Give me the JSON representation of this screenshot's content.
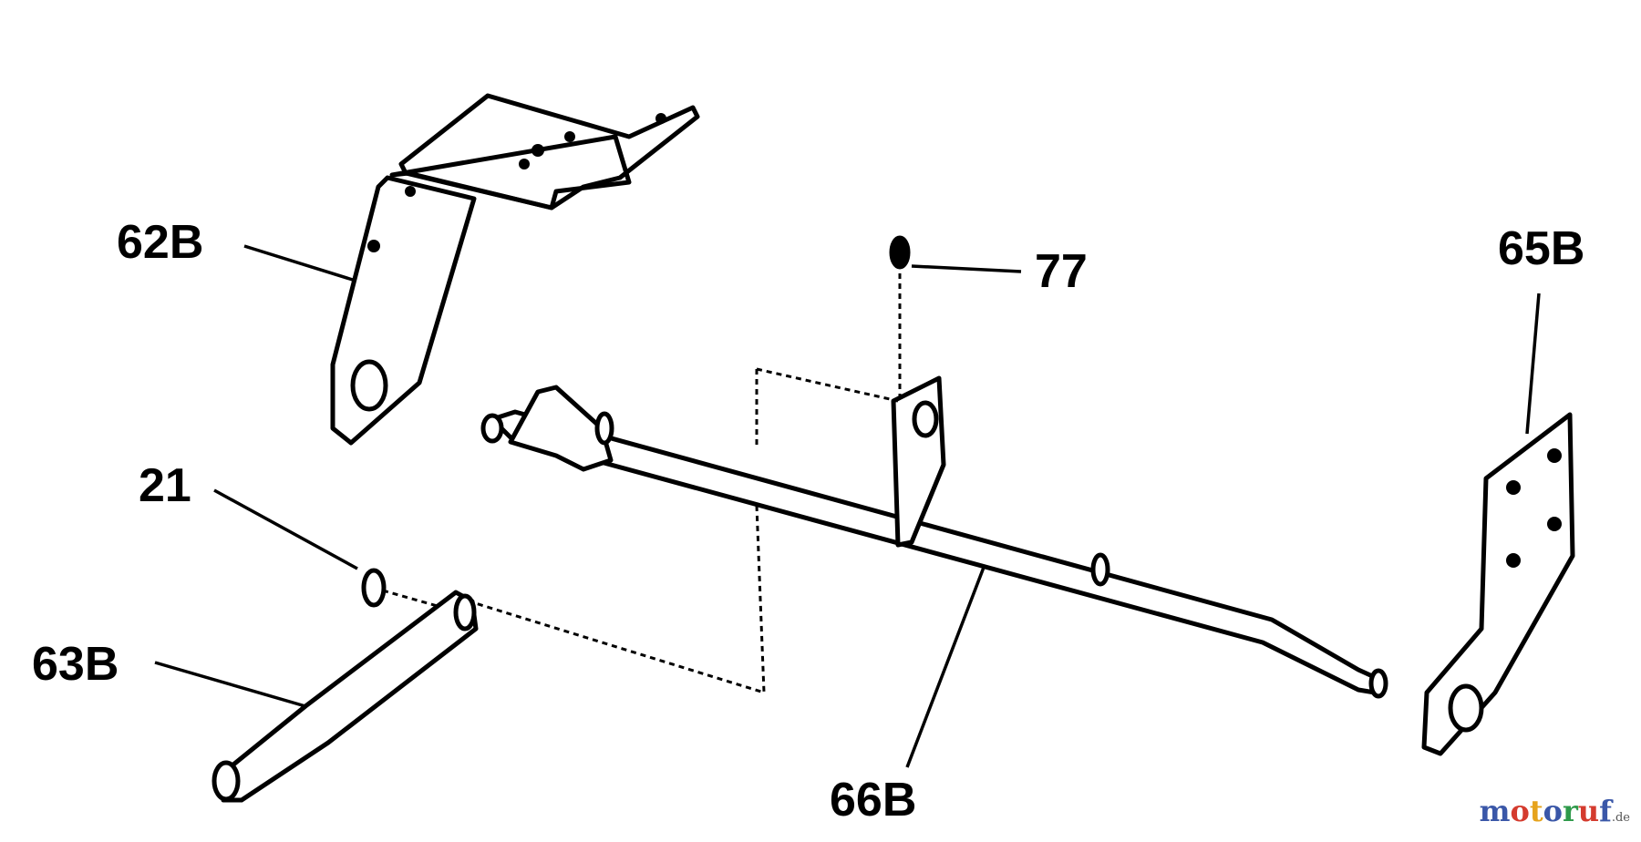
{
  "diagram": {
    "callouts": [
      {
        "id": "62B",
        "text": "62B"
      },
      {
        "id": "77",
        "text": "77"
      },
      {
        "id": "65B",
        "text": "65B"
      },
      {
        "id": "21",
        "text": "21"
      },
      {
        "id": "63B",
        "text": "63B"
      },
      {
        "id": "66B",
        "text": "66B"
      }
    ]
  },
  "watermark": {
    "letters": [
      {
        "char": "m",
        "color": "#3a57a8"
      },
      {
        "char": "o",
        "color": "#d43b2e"
      },
      {
        "char": "t",
        "color": "#e6a31c"
      },
      {
        "char": "o",
        "color": "#3a57a8"
      },
      {
        "char": "r",
        "color": "#2e9a4a"
      },
      {
        "char": "u",
        "color": "#d43b2e"
      },
      {
        "char": "f",
        "color": "#3a57a8"
      }
    ],
    "suffix": ".de"
  }
}
